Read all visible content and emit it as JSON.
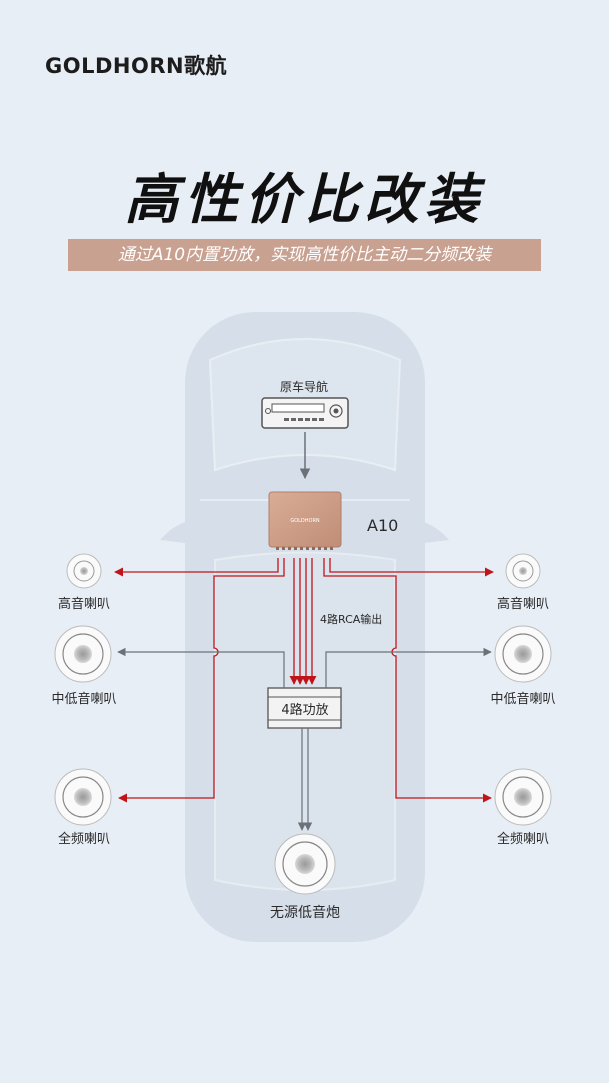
{
  "brand": {
    "logo_text": "GOLDHORN歌航"
  },
  "headline": "高性价比改装",
  "subheadline": "通过A10内置功放，实现高性价比主动二分频改装",
  "diagram": {
    "head_unit_label": "原车导航",
    "dsp_label": "A10",
    "dsp_logo": "GOLDHORN",
    "rca_label": "4路RCA输出",
    "amp_label": "4路功放",
    "left_tweeter": "高音喇叭",
    "right_tweeter": "高音喇叭",
    "left_midwoofer": "中低音喇叭",
    "right_midwoofer": "中低音喇叭",
    "left_fullrange": "全频喇叭",
    "right_fullrange": "全频喇叭",
    "subwoofer": "无源低音炮"
  },
  "colors": {
    "background": "#e8eef5",
    "car_body": "#d6dfe9",
    "signal_red": "#c0141b",
    "signal_gray": "#7a7f86",
    "accent_rose": "#c9a190"
  }
}
